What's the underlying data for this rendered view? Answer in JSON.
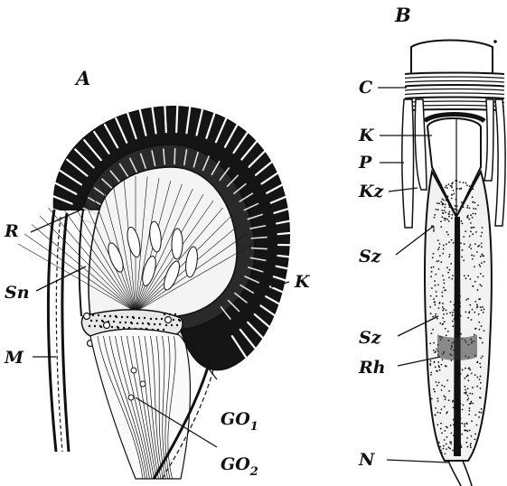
{
  "panels": {
    "A": {
      "title": "A",
      "labels": {
        "R": "R",
        "Sn": "Sn",
        "M": "M",
        "K": "K",
        "GO1_main": "GO",
        "GO1_sub": "1",
        "GO2_main": "GO",
        "GO2_sub": "2"
      }
    },
    "B": {
      "title": "B",
      "labels": {
        "C": "C",
        "K": "K",
        "P": "P",
        "Kz": "Kz",
        "Sz1": "Sz",
        "Sz2": "Sz",
        "Rh": "Rh",
        "N": "N"
      }
    }
  },
  "colors": {
    "ink": "#111111",
    "paper": "#ffffff"
  }
}
